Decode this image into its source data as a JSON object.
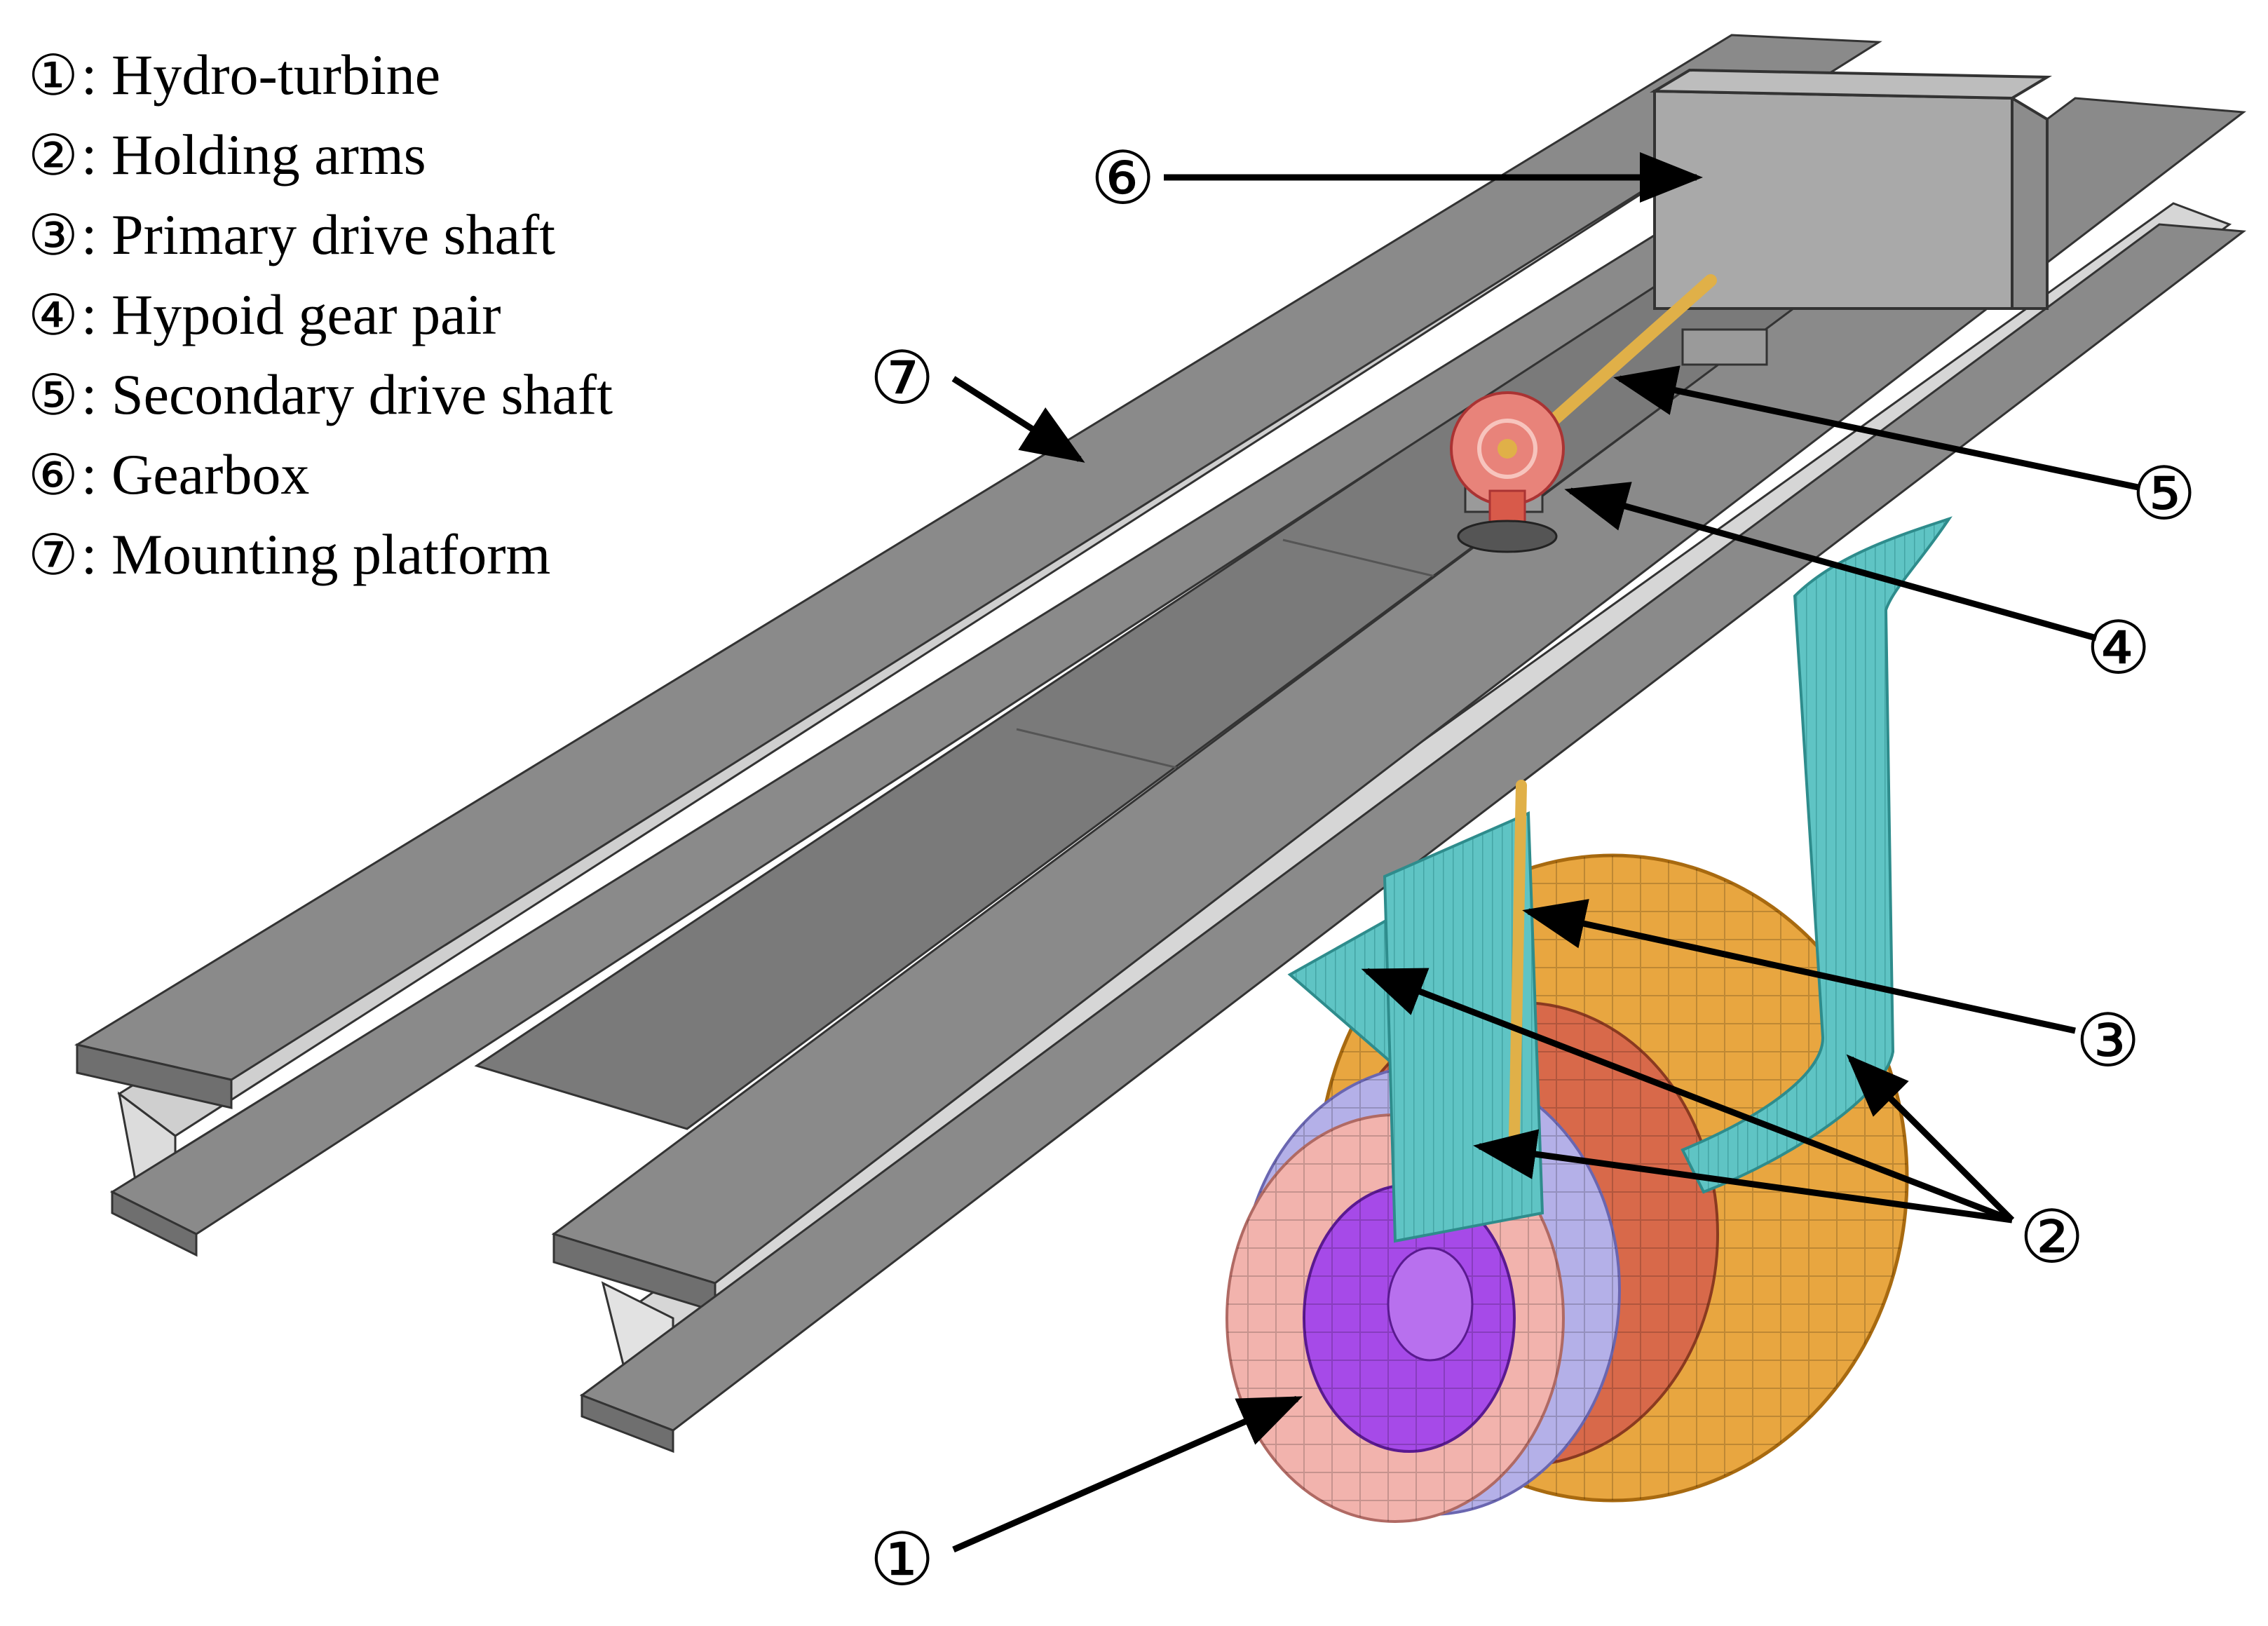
{
  "legend": [
    {
      "num": "①",
      "label": ": Hydro-turbine"
    },
    {
      "num": "②",
      "label": ": Holding arms"
    },
    {
      "num": "③",
      "label": ": Primary drive shaft"
    },
    {
      "num": "④",
      "label": ": Hypoid gear pair"
    },
    {
      "num": "⑤",
      "label": ": Secondary drive shaft"
    },
    {
      "num": "⑥",
      "label": ": Gearbox"
    },
    {
      "num": "⑦",
      "label": ": Mounting platform"
    }
  ],
  "callouts": {
    "turbine": "①",
    "arms": "②",
    "primary_shaft": "③",
    "gear_pair": "④",
    "secondary_shaft": "⑤",
    "gearbox": "⑥",
    "platform": "⑦"
  },
  "colors": {
    "beam_top": "#8a8a8a",
    "beam_web": "#d6d6d6",
    "deck": "#7a7a7a",
    "gearbox": "#a9a9a9",
    "shaft": "#e0b048",
    "gear": "#e8837a",
    "arms": "#5fc4c4",
    "nozzle": "#e8a640",
    "duct_rim": "#f2b3ad",
    "hub": "#a64ae8",
    "hub_band": "#b4b0e8",
    "rotor": "#d8694a"
  }
}
